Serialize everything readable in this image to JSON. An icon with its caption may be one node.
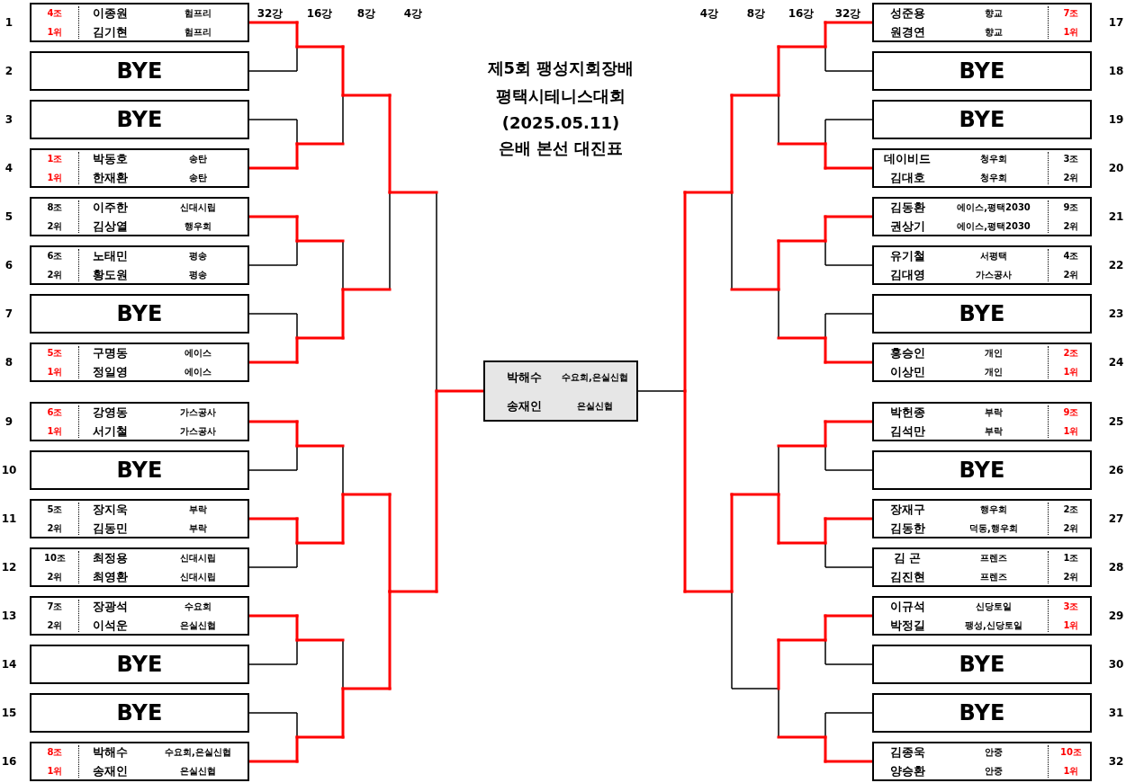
{
  "diagram": {
    "title": "제5회 팽성지회장배 평택시테니스대회",
    "nodes": [
      {
        "text": [
          "4조",
          "1위",
          "이종원",
          "험프리",
          "김기현",
          "험프리"
        ],
        "beside": [
          "1"
        ]
      },
      {
        "text": [
          "BYE"
        ],
        "beside": [
          "2"
        ]
      },
      {
        "text": [
          "BYE"
        ],
        "beside": [
          "3"
        ]
      },
      {
        "text": [
          "1조",
          "1위",
          "박동호",
          "송탄",
          "한재환",
          "송탄"
        ],
        "beside": [
          "4"
        ]
      },
      {
        "text": [
          "8조",
          "2위",
          "이주한",
          "신대시립",
          "김상열",
          "행우회"
        ],
        "beside": [
          "5"
        ]
      },
      {
        "text": [
          "6조",
          "2위",
          "노태민",
          "평송",
          "황도원",
          "평송"
        ],
        "beside": [
          "6"
        ]
      },
      {
        "text": [
          "BYE"
        ],
        "beside": [
          "7"
        ]
      },
      {
        "text": [
          "5조",
          "1위",
          "구명동",
          "에이스",
          "정일영",
          "에이스"
        ],
        "beside": [
          "8"
        ]
      },
      {
        "text": [
          "6조",
          "1위",
          "강영동",
          "가스공사",
          "서기철",
          "가스공사"
        ],
        "beside": [
          "9"
        ]
      },
      {
        "text": [
          "BYE"
        ],
        "beside": [
          "10"
        ]
      },
      {
        "text": [
          "5조",
          "2위",
          "장지욱",
          "부락",
          "김동민",
          "부락"
        ],
        "beside": [
          "11"
        ]
      },
      {
        "text": [
          "10조",
          "2위",
          "최정용",
          "신대시립",
          "최영환",
          "신대시립"
        ],
        "beside": [
          "12"
        ]
      },
      {
        "text": [
          "7조",
          "2위",
          "장광석",
          "수요회",
          "이석운",
          "은실신협"
        ],
        "beside": [
          "13"
        ]
      },
      {
        "text": [
          "BYE"
        ],
        "beside": [
          "14"
        ]
      },
      {
        "text": [
          "BYE"
        ],
        "beside": [
          "15"
        ]
      },
      {
        "text": [
          "8조",
          "1위",
          "박해수",
          "수요회,은실신협",
          "송재인",
          "은실신협"
        ],
        "beside": [
          "16"
        ]
      },
      {
        "text": [
          "7조",
          "1위",
          "성준용",
          "향교",
          "원경연",
          "향교"
        ],
        "beside": [
          "17"
        ]
      },
      {
        "text": [
          "BYE"
        ],
        "beside": [
          "18"
        ]
      },
      {
        "text": [
          "BYE"
        ],
        "beside": [
          "19"
        ]
      },
      {
        "text": [
          "3조",
          "2위",
          "데이비드",
          "청우회",
          "김대호",
          "청우회"
        ],
        "beside": [
          "20"
        ]
      },
      {
        "text": [
          "9조",
          "2위",
          "김동환",
          "에이스,평택2030",
          "권상기",
          "에이스,평택2030"
        ],
        "beside": [
          "21"
        ]
      },
      {
        "text": [
          "4조",
          "2위",
          "유기철",
          "서평택",
          "김대영",
          "가스공사"
        ],
        "beside": [
          "22"
        ]
      },
      {
        "text": [
          "BYE"
        ],
        "beside": [
          "23"
        ]
      },
      {
        "text": [
          "2조",
          "1위",
          "홍승인",
          "개인",
          "이상민",
          "개인"
        ],
        "beside": [
          "24"
        ]
      },
      {
        "text": [
          "9조",
          "1위",
          "박헌종",
          "부락",
          "김석만",
          "부락"
        ],
        "beside": [
          "25"
        ]
      },
      {
        "text": [
          "BYE"
        ],
        "beside": [
          "26"
        ]
      },
      {
        "text": [
          "2조",
          "2위",
          "장재구",
          "행우회",
          "김동한",
          "덕동,행우회"
        ],
        "beside": [
          "27"
        ]
      },
      {
        "text": [
          "1조",
          "2위",
          "김  곤",
          "프렌즈",
          "김진현",
          "프렌즈"
        ],
        "beside": [
          "28"
        ]
      },
      {
        "text": [
          "3조",
          "1위",
          "이규석",
          "신당토일",
          "박정길",
          "팽성,신당토일"
        ],
        "beside": [
          "29"
        ]
      },
      {
        "text": [
          "BYE"
        ],
        "beside": [
          "30"
        ]
      },
      {
        "text": [
          "BYE"
        ],
        "beside": [
          "31"
        ]
      },
      {
        "text": [
          "10조",
          "1위",
          "김종욱",
          "안중",
          "양승환",
          "안중"
        ],
        "beside": [
          "32"
        ]
      },
      {
        "text": [
          "박해수",
          "수요회,은실신협",
          "송재인",
          "은실신협"
        ]
      }
    ],
    "edges": [
      {
        "from": 0,
        "to": 32,
        "arrow": "none",
        "color": "#000000"
      },
      {
        "from": 1,
        "to": 32,
        "arrow": "none",
        "color": "#000000"
      },
      {
        "from": 2,
        "to": 32,
        "arrow": "none",
        "color": "#000000"
      },
      {
        "from": 3,
        "to": 32,
        "arrow": "none",
        "color": "#000000"
      },
      {
        "from": 4,
        "to": 32,
        "arrow": "none",
        "color": "#000000"
      },
      {
        "from": 5,
        "to": 32,
        "arrow": "none",
        "color": "#000000"
      },
      {
        "from": 6,
        "to": 32,
        "arrow": "none",
        "color": "#000000"
      },
      {
        "from": 7,
        "to": 32,
        "arrow": "none",
        "color": "#000000"
      },
      {
        "from": 8,
        "to": 32,
        "arrow": "none"
      },
      {
        "from": 9,
        "to": 32,
        "arrow": "none"
      },
      {
        "from": 10,
        "to": 32,
        "arrow": "none"
      },
      {
        "from": 11,
        "to": 32,
        "arrow": "none"
      },
      {
        "from": 12,
        "to": 32,
        "arrow": "none"
      },
      {
        "from": 13,
        "to": 32,
        "arrow": "none"
      },
      {
        "from": 14,
        "to": 32,
        "arrow": "none"
      },
      {
        "from": 15,
        "to": 32,
        "arrow": "none",
        "color": "#ff0000"
      },
      {
        "from": 16,
        "to": 32,
        "arrow": "none"
      },
      {
        "from": 17,
        "to": 32,
        "arrow": "none"
      },
      {
        "from": 18,
        "to": 32,
        "arrow": "none"
      },
      {
        "from": 19,
        "to": 32,
        "arrow": "none"
      },
      {
        "from": 20,
        "to": 32,
        "arrow": "none"
      },
      {
        "from": 21,
        "to": 32,
        "arrow": "none"
      },
      {
        "from": 22,
        "to": 32,
        "arrow": "none"
      },
      {
        "from": 23,
        "to": 32,
        "arrow": "none"
      },
      {
        "from": 24,
        "to": 32,
        "arrow": "none"
      },
      {
        "from": 25,
        "to": 32,
        "arrow": "none"
      },
      {
        "from": 26,
        "to": 32,
        "arrow": "none"
      },
      {
        "from": 27,
        "to": 32,
        "arrow": "none"
      },
      {
        "from": 28,
        "to": 32,
        "arrow": "none"
      },
      {
        "from": 29,
        "to": 32,
        "arrow": "none"
      },
      {
        "from": 30,
        "to": 32,
        "arrow": "none"
      },
      {
        "from": 31,
        "to": 32,
        "arrow": "none"
      }
    ],
    "labels": [
      "32강",
      "16강",
      "8강",
      "4강",
      "4강",
      "8강",
      "16강",
      "32강",
      "(2025.05.11)",
      "은배 본선 대진표"
    ]
  }
}
